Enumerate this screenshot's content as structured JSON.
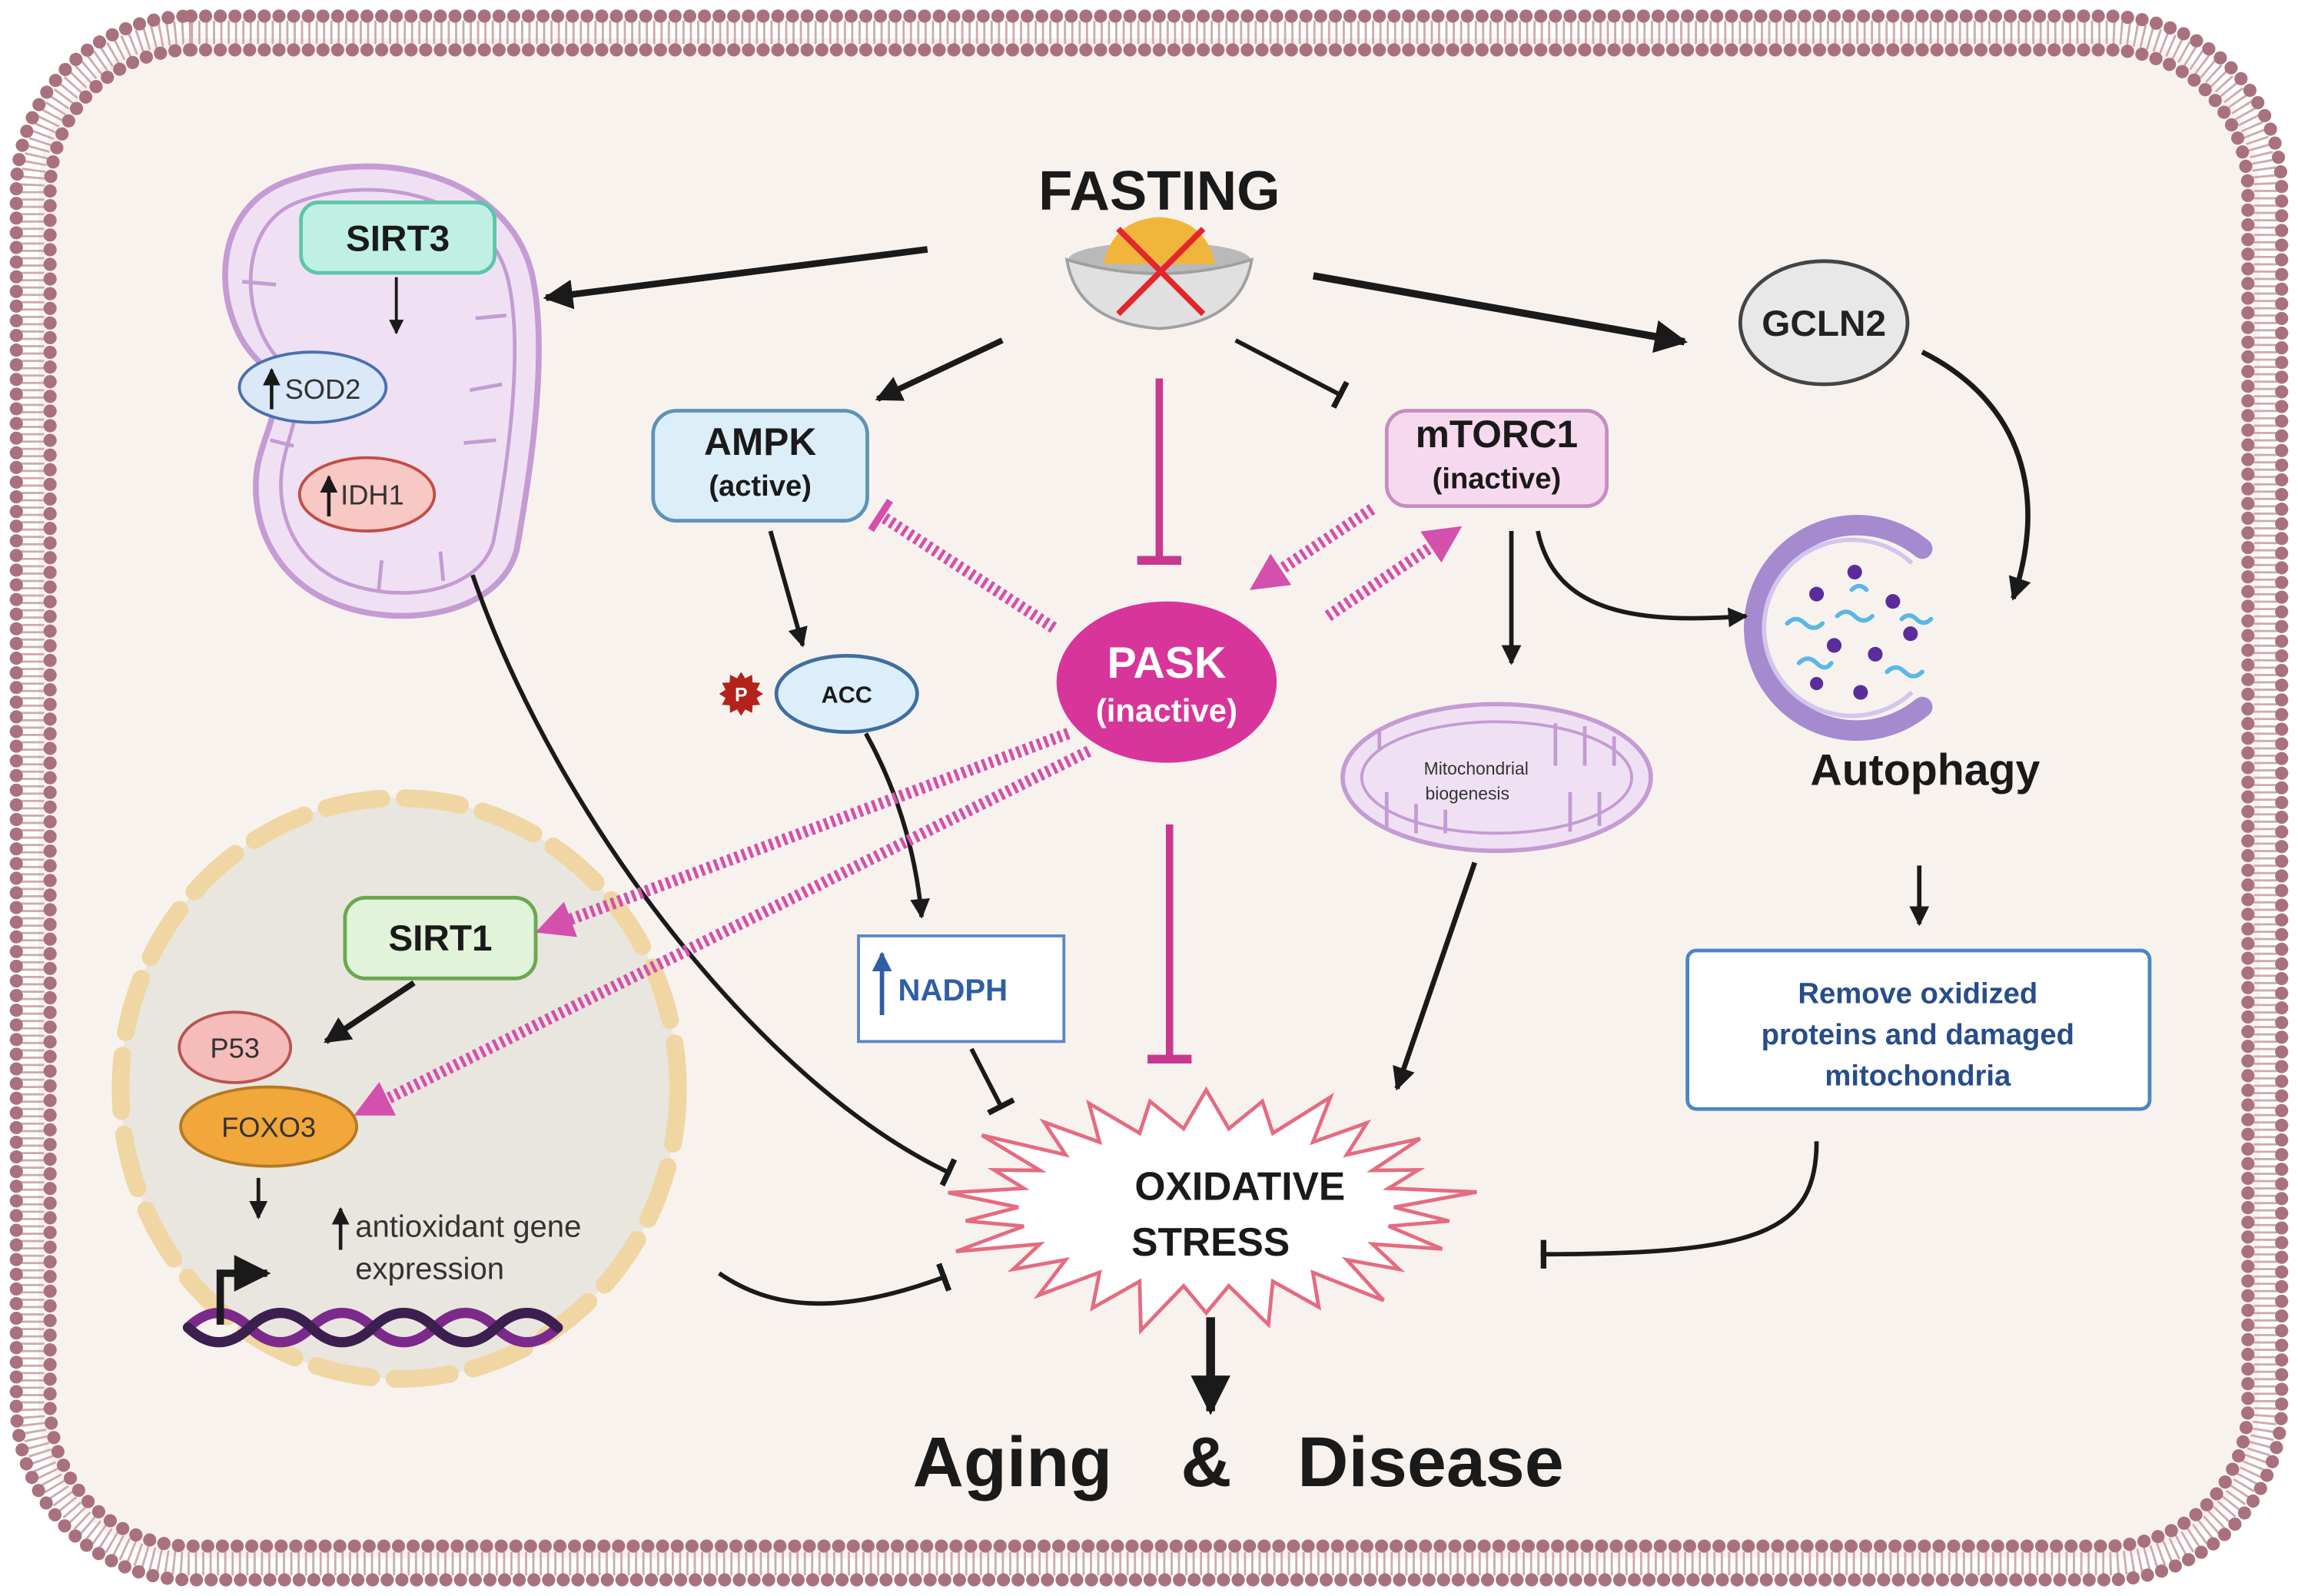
{
  "diagram": {
    "fasting": "FASTING",
    "sirt3": "SIRT3",
    "sod2": "SOD2",
    "idh1": "IDH1",
    "ampk": {
      "name": "AMPK",
      "state": "(active)"
    },
    "mtorc1": {
      "name": "mTORC1",
      "state": "(inactive)"
    },
    "gcln2": "GCLN2",
    "pask": {
      "name": "PASK",
      "state": "(inactive)"
    },
    "acc": "ACC",
    "phospho": "P",
    "mito_biogenesis": [
      "Mitochondrial",
      "biogenesis"
    ],
    "autophagy": "Autophagy",
    "remove_box": [
      "Remove oxidized",
      "proteins and damaged",
      "mitochondria"
    ],
    "nadph": "NADPH",
    "sirt1": "SIRT1",
    "p53": "P53",
    "foxo3": "FOXO3",
    "antioxidant": [
      "antioxidant gene",
      "expression"
    ],
    "oxidative_stress": [
      "OXIDATIVE",
      "STRESS"
    ],
    "outcome": {
      "aging": "Aging",
      "and": "&",
      "disease": "Disease"
    }
  },
  "colors": {
    "cell_fill": "#f8f2ef",
    "membrane": "#a9717e",
    "membrane_band": "#cfa9b2",
    "arrow": "#1a1a1a",
    "pask": "#d8359a",
    "inhibit": "#c9378f",
    "dotted": "#d350ad",
    "sirt3_fill": "#c0f0e3",
    "sirt3_stroke": "#5cc6a8",
    "sod2_fill": "#dbe8f7",
    "sod2_stroke": "#4a6fae",
    "idh1_fill": "#f7c8c4",
    "idh1_stroke": "#c24d45",
    "ampk_fill": "#dceef7",
    "ampk_stroke": "#5d93b8",
    "mtorc1_fill": "#f7d9ef",
    "mtorc1_stroke": "#c58dc0",
    "gcln2_fill": "#e8e8e8",
    "gcln2_stroke": "#444444",
    "acc_fill": "#dceefa",
    "acc_stroke": "#3f6e9f",
    "phospho": "#b2231b",
    "sirt1_fill": "#e1f3d8",
    "sirt1_stroke": "#6aa84f",
    "p53_fill": "#f5bcba",
    "p53_stroke": "#b85450",
    "foxo3_fill": "#f2a73a",
    "foxo3_stroke": "#b37a22",
    "nucleus_fill": "#e9e6df",
    "nucleus_stroke": "#f0d6a3",
    "mito_fill": "#efe1f3",
    "mito_stroke": "#c49bd2",
    "autophagy": "#a58ad0",
    "cargo_dots": "#5a2d9b",
    "cargo_strands": "#5bb7e5",
    "nadph_text": "#2f5ea5",
    "remove_text": "#274d8a",
    "box_stroke": "#4a86c5",
    "stress_stroke": "#e56b80",
    "dna_a": "#7b2a8c",
    "dna_b": "#3b1f4f"
  }
}
